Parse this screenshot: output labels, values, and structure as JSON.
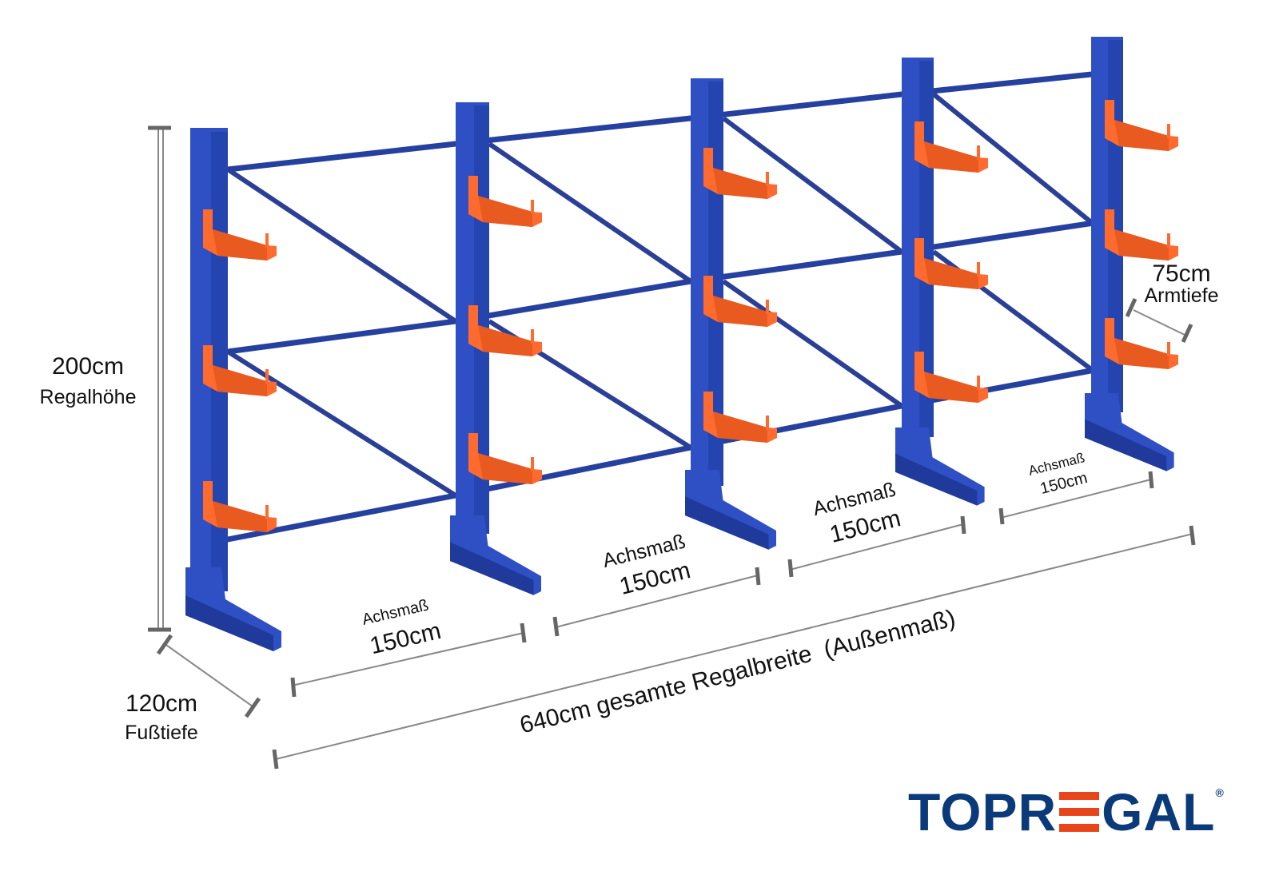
{
  "colors": {
    "frame": "#2f50c4",
    "frame_dark": "#1f3a9a",
    "arm": "#ff6b2e",
    "logo_blue": "#0a3a7a",
    "logo_red": "#e8461a"
  },
  "dimensions": {
    "height": {
      "value": "200cm",
      "label": "Regalhöhe"
    },
    "foot_depth": {
      "value": "120cm",
      "label": "Fußtiefe"
    },
    "arm_depth": {
      "value": "75cm",
      "label": "Armtiefe"
    },
    "bays": [
      {
        "label": "Achsmaß",
        "value": "150cm"
      },
      {
        "label": "Achsmaß",
        "value": "150cm"
      },
      {
        "label": "Achsmaß",
        "value": "150cm"
      },
      {
        "label": "Achsmaß",
        "value": "150cm"
      }
    ],
    "total_width": "640cm gesamte Regalbreite  (Außenmaß)"
  },
  "logo": {
    "text": "TOPREGAL",
    "part1": "TOPR",
    "part2": "GAL",
    "mark": "®"
  }
}
